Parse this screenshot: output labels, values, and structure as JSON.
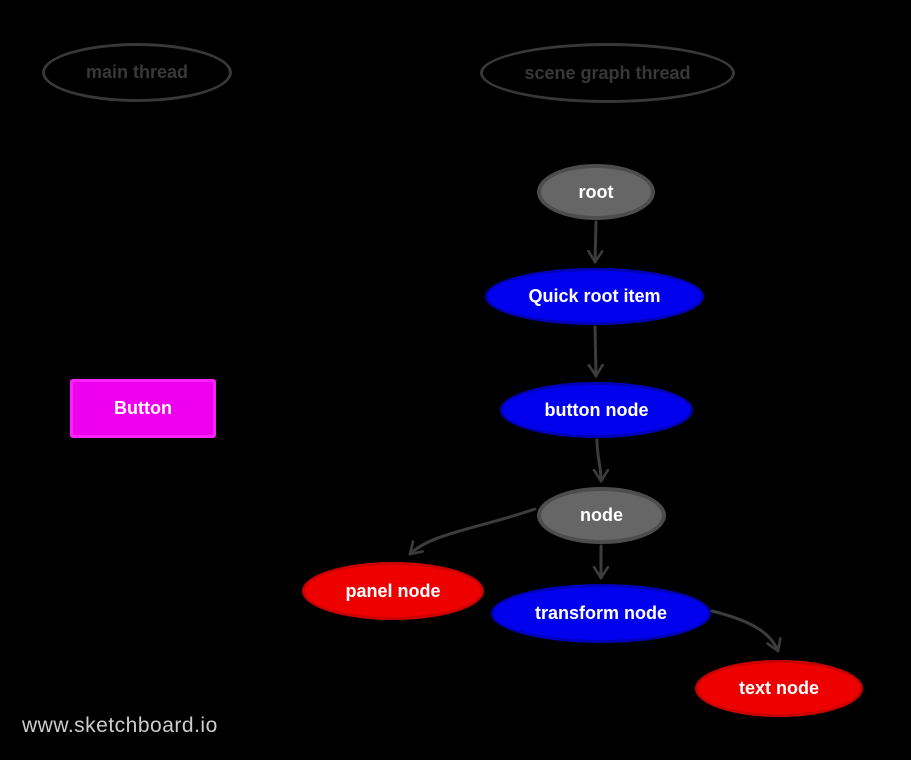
{
  "headers": {
    "main_thread": {
      "label": "main thread"
    },
    "scene_graph_thread": {
      "label": "scene graph thread"
    }
  },
  "main_thread_items": {
    "button": {
      "label": "Button"
    }
  },
  "scene_graph": {
    "root": {
      "label": "root",
      "type": "gray"
    },
    "quick_root_item": {
      "label": "Quick root item",
      "type": "blue"
    },
    "button_node": {
      "label": "button node",
      "type": "blue"
    },
    "node": {
      "label": "node",
      "type": "gray"
    },
    "panel_node": {
      "label": "panel node",
      "type": "red"
    },
    "transform_node": {
      "label": "transform node",
      "type": "blue"
    },
    "text_node": {
      "label": "text node",
      "type": "red"
    }
  },
  "edges": [
    {
      "from": "root",
      "to": "Quick root item"
    },
    {
      "from": "Quick root item",
      "to": "button node"
    },
    {
      "from": "button node",
      "to": "node"
    },
    {
      "from": "node",
      "to": "panel node"
    },
    {
      "from": "node",
      "to": "transform node"
    },
    {
      "from": "transform node",
      "to": "text node"
    }
  ],
  "watermark": {
    "text": "www.sketchboard.io"
  },
  "colors": {
    "background": "#000000",
    "outline_shape": "#383838",
    "gray_node_fill": "#666666",
    "gray_node_border": "#4d4d4d",
    "blue_node_fill": "#0101ee",
    "blue_node_border": "#0000bb",
    "red_node_fill": "#ee0000",
    "red_node_border": "#cc0000",
    "magenta_fill": "#ee00ee",
    "magenta_border": "#ff22ff",
    "arrow": "#3c3c3c",
    "node_text": "#ffffff",
    "watermark_text": "#cdcdcd"
  }
}
